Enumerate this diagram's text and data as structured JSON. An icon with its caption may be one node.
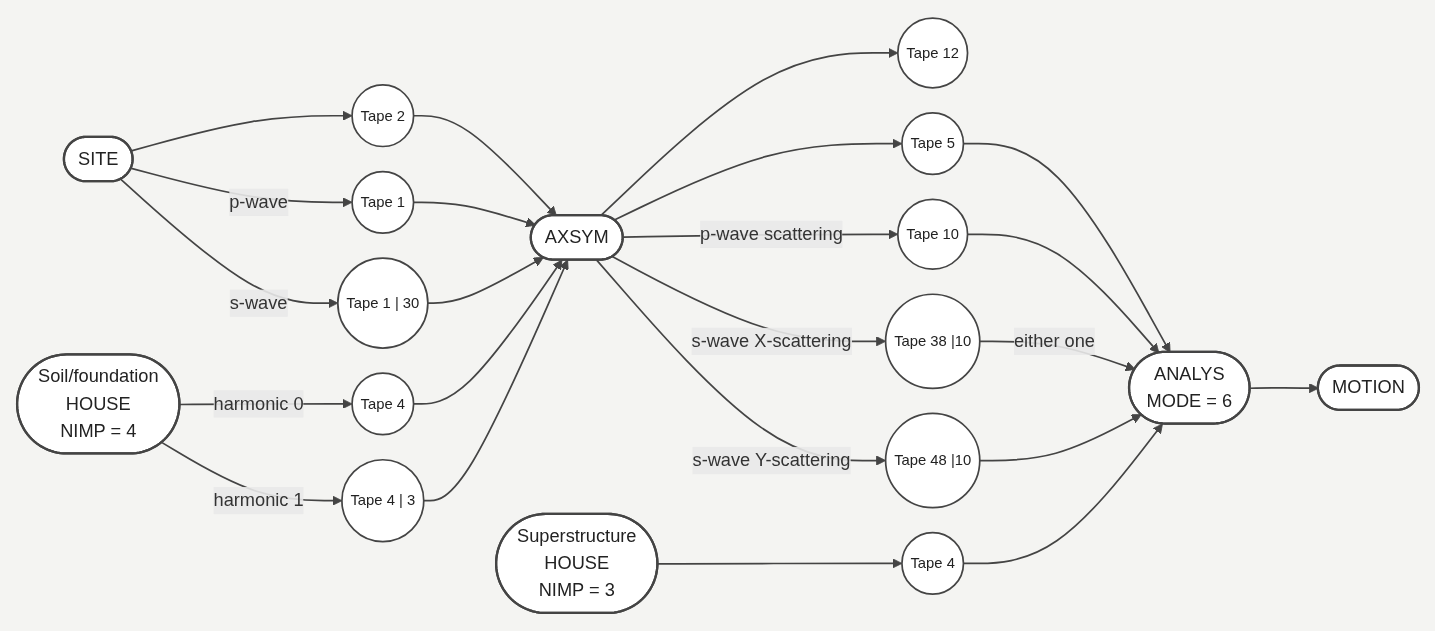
{
  "diagram": {
    "nodes": [
      {
        "text": [
          "SITE"
        ]
      },
      {
        "text": [
          "Tape 2"
        ]
      },
      {
        "text": [
          "Tape 1"
        ]
      },
      {
        "text": [
          "Tape 1 | 30"
        ]
      },
      {
        "text": [
          "Soil/foundation",
          "HOUSE",
          "NIMP = 4"
        ]
      },
      {
        "text": [
          "Tape 4"
        ]
      },
      {
        "text": [
          "Tape 4 | 3"
        ]
      },
      {
        "text": [
          "AXSYM"
        ]
      },
      {
        "text": [
          "Tape 12"
        ]
      },
      {
        "text": [
          "Tape 5"
        ]
      },
      {
        "text": [
          "Tape 10"
        ]
      },
      {
        "text": [
          "Tape 38 |10"
        ]
      },
      {
        "text": [
          "Tape 48 |10"
        ]
      },
      {
        "text": [
          "Superstructure",
          "HOUSE",
          "NIMP = 3"
        ]
      },
      {
        "text": [
          "Tape 4"
        ]
      },
      {
        "text": [
          "ANALYS",
          "MODE = 6"
        ]
      },
      {
        "text": [
          "MOTION"
        ]
      }
    ],
    "edges": [
      {
        "from": 0,
        "to": 1,
        "arrow": "to"
      },
      {
        "from": 0,
        "to": 2,
        "label": "p-wave",
        "arrow": "to"
      },
      {
        "from": 0,
        "to": 3,
        "label": "s-wave",
        "arrow": "to"
      },
      {
        "from": 4,
        "to": 5,
        "label": "harmonic 0",
        "arrow": "to"
      },
      {
        "from": 4,
        "to": 6,
        "label": "harmonic 1",
        "arrow": "to"
      },
      {
        "from": 1,
        "to": 7,
        "arrow": "to"
      },
      {
        "from": 2,
        "to": 7,
        "arrow": "to"
      },
      {
        "from": 3,
        "to": 7,
        "arrow": "to"
      },
      {
        "from": 5,
        "to": 7,
        "arrow": "to"
      },
      {
        "from": 6,
        "to": 7,
        "arrow": "to"
      },
      {
        "from": 7,
        "to": 8,
        "arrow": "to"
      },
      {
        "from": 7,
        "to": 9,
        "arrow": "to"
      },
      {
        "from": 7,
        "to": 10,
        "label": "p-wave scattering",
        "arrow": "to"
      },
      {
        "from": 7,
        "to": 11,
        "label": "s-wave X-scattering",
        "arrow": "to"
      },
      {
        "from": 7,
        "to": 12,
        "label": "s-wave Y-scattering",
        "arrow": "to"
      },
      {
        "from": 9,
        "to": 15,
        "arrow": "to"
      },
      {
        "from": 10,
        "to": 15,
        "arrow": "to"
      },
      {
        "from": 11,
        "to": 15,
        "label": "either one",
        "arrow": "to"
      },
      {
        "from": 12,
        "to": 15,
        "arrow": "to"
      },
      {
        "from": 14,
        "to": 15,
        "arrow": "to"
      },
      {
        "from": 13,
        "to": 14,
        "arrow": "to"
      },
      {
        "from": 15,
        "to": 16,
        "arrow": "to"
      }
    ]
  }
}
